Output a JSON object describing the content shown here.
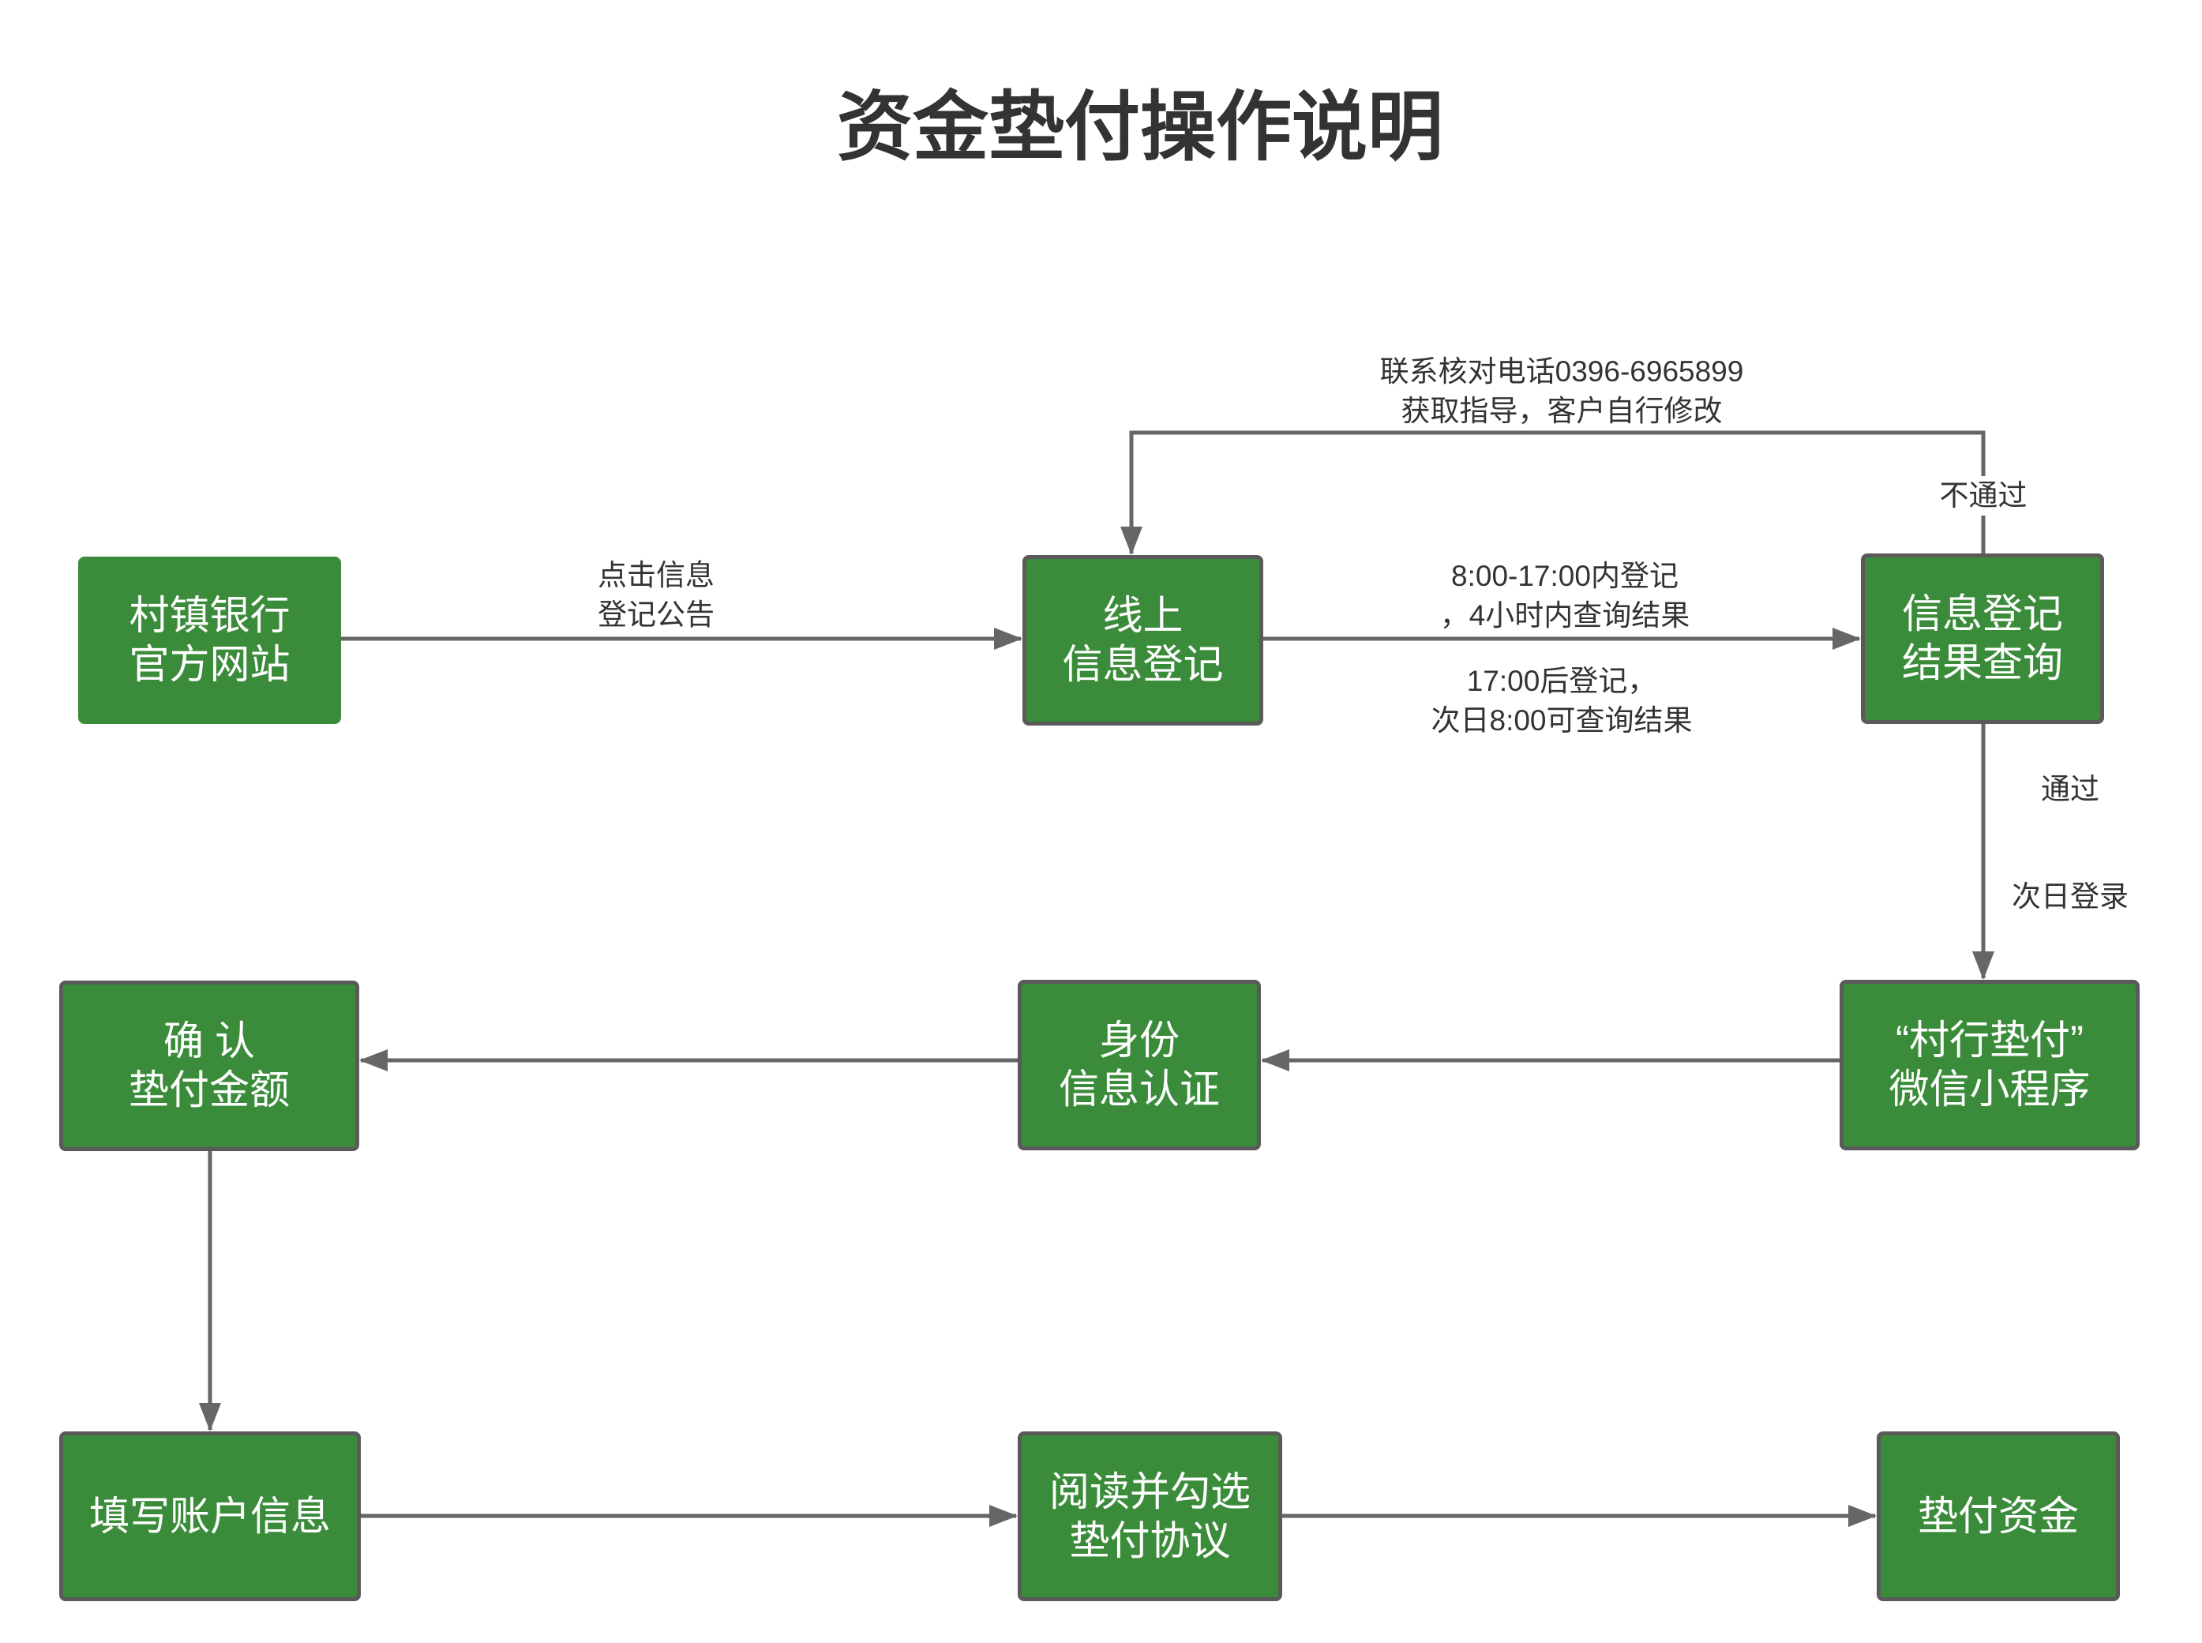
{
  "title": "资金垫付操作说明",
  "colors": {
    "node_fill": "#3a8c3a",
    "node_border": "#5a5a5a",
    "edge": "#666666",
    "label_text": "#333333",
    "node_text": "#ffffff"
  },
  "nodes": {
    "bank_website": [
      "村镇银行",
      "官方网站"
    ],
    "online_registration": [
      "线上",
      "信息登记"
    ],
    "result_query": [
      "信息登记",
      "结果查询"
    ],
    "mini_program": [
      "“村行垫付”",
      "微信小程序"
    ],
    "identity_verification": [
      "身份",
      "信息认证"
    ],
    "confirm_amount": [
      "确 认",
      "垫付金额"
    ],
    "fill_account": [
      "填写账户信息"
    ],
    "read_agreement": [
      "阅读并勾选",
      "垫付协议"
    ],
    "advance_funds": [
      "垫付资金"
    ]
  },
  "edges": {
    "website_to_registration": [
      "点击信息",
      "登记公告"
    ],
    "registration_to_query_daytime": [
      "8:00-17:00内登记",
      "，4小时内查询结果"
    ],
    "registration_to_query_after_hours": [
      "17:00后登记，",
      "次日8:00可查询结果"
    ],
    "query_rejected": "不通过",
    "query_rejected_guidance": [
      "联系核对电话0396-6965899",
      "获取指导，客户自行修改"
    ],
    "query_passed": "通过",
    "query_passed_next": "次日登录"
  }
}
